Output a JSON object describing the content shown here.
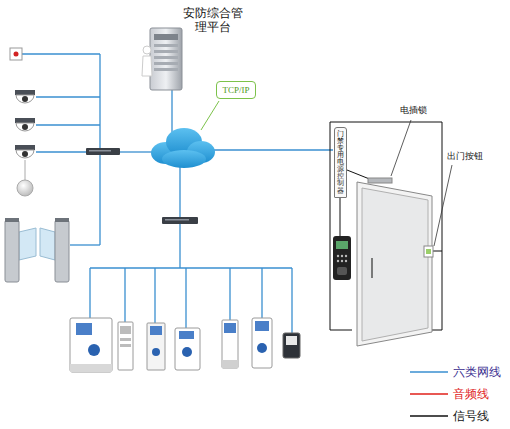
{
  "diagram": {
    "nodes": [
      {
        "text": [
          "TCP/IP"
        ]
      },
      {
        "text": [
          "门禁专用电源控制器"
        ]
      }
    ],
    "labels": [
      "安防综合管理平台",
      "电插锁",
      "出门按钮"
    ],
    "legend": [
      {
        "text": "六类网线"
      },
      {
        "text": "音频线"
      },
      {
        "text": "信号线"
      }
    ]
  }
}
